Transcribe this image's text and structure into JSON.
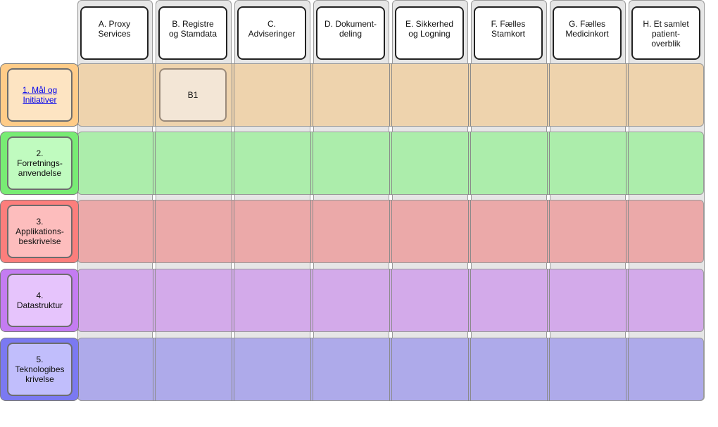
{
  "columns": [
    {
      "id": "a",
      "label": "A. Proxy\nServices"
    },
    {
      "id": "b",
      "label": "B. Registre\nog Stamdata"
    },
    {
      "id": "c",
      "label": "C.\nAdviseringer"
    },
    {
      "id": "d",
      "label": "D. Dokument-\ndeling"
    },
    {
      "id": "e",
      "label": "E. Sikkerhed\nog Logning"
    },
    {
      "id": "f",
      "label": "F. Fælles\nStamkort"
    },
    {
      "id": "g",
      "label": "G. Fælles\nMedicinkort"
    },
    {
      "id": "h",
      "label": "H. Et samlet\npatient-\noverblik"
    }
  ],
  "rows": [
    {
      "id": "1",
      "label": "1. Mål og\nInitiativer",
      "link": true,
      "colors": {
        "band": "#eed3ad",
        "outer": "#ffcc88",
        "inner": "#fde4c2"
      }
    },
    {
      "id": "2",
      "label": "2.\nForretnings-\nanvendelse",
      "link": false,
      "colors": {
        "band": "#acedab",
        "outer": "#78ec74",
        "inner": "#c0fbbf"
      }
    },
    {
      "id": "3",
      "label": "3.\nApplikations-\nbeskrivelse",
      "link": false,
      "colors": {
        "band": "#eba9a9",
        "outer": "#fc7e7c",
        "inner": "#fdbdbd"
      }
    },
    {
      "id": "4",
      "label": "4.\nDatastruktur",
      "link": false,
      "colors": {
        "band": "#d3aaea",
        "outer": "#c47cf2",
        "inner": "#e6c4fc"
      }
    },
    {
      "id": "5",
      "label": "5.\nTeknologibes\nkrivelse",
      "link": false,
      "colors": {
        "band": "#aeaaea",
        "outer": "#7b79f2",
        "inner": "#c1befc"
      }
    }
  ],
  "cells": [
    {
      "row": "1",
      "col": "b",
      "label": "B1"
    }
  ]
}
